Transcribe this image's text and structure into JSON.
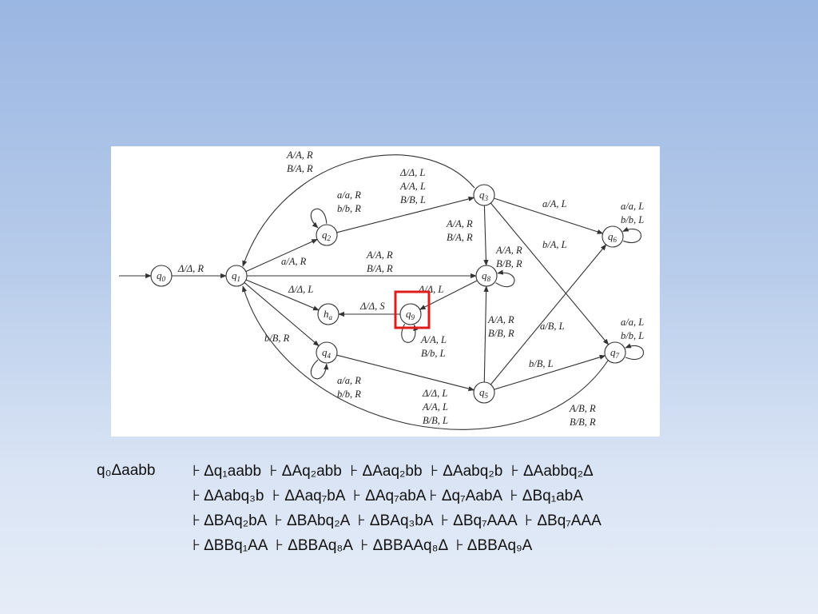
{
  "diagram": {
    "states": [
      {
        "id": "q0",
        "main": "q",
        "sub": "0",
        "label": "q0"
      },
      {
        "id": "q1",
        "main": "q",
        "sub": "1",
        "label": "q1"
      },
      {
        "id": "q2",
        "main": "q",
        "sub": "2",
        "label": "q2"
      },
      {
        "id": "q3",
        "main": "q",
        "sub": "3",
        "label": "q3"
      },
      {
        "id": "q4",
        "main": "q",
        "sub": "4",
        "label": "q4"
      },
      {
        "id": "q5",
        "main": "q",
        "sub": "5",
        "label": "q5"
      },
      {
        "id": "q6",
        "main": "q",
        "sub": "6",
        "label": "q6"
      },
      {
        "id": "q7",
        "main": "q",
        "sub": "7",
        "label": "q7"
      },
      {
        "id": "q8",
        "main": "q",
        "sub": "8",
        "label": "q8"
      },
      {
        "id": "q9",
        "main": "q",
        "sub": "9",
        "label": "q9"
      },
      {
        "id": "ha",
        "main": "h",
        "sub": "a",
        "label": "ha"
      }
    ],
    "highlighted_state": "q9",
    "highlight_color": "#e01b1b",
    "edges": [
      {
        "from": "q0",
        "to": "q1",
        "label": [
          "Δ/Δ, R"
        ]
      },
      {
        "from": "q1",
        "to": "q2",
        "label": [
          "a/A, R"
        ]
      },
      {
        "from": "q2",
        "to": "q2",
        "label": [
          "a/a, R",
          "b/b, R"
        ]
      },
      {
        "from": "q2",
        "to": "q3",
        "label": [
          "Δ/Δ, L",
          "A/A, L",
          "B/B, L"
        ]
      },
      {
        "from": "q3",
        "to": "q1",
        "label": [
          "A/A, R",
          "B/A, R"
        ]
      },
      {
        "from": "q1",
        "to": "q8",
        "label": [
          "A/A, R",
          "B/A, R"
        ]
      },
      {
        "from": "q1",
        "to": "ha",
        "label": [
          "Δ/Δ, L"
        ]
      },
      {
        "from": "q1",
        "to": "q4",
        "label": [
          "b/B, R"
        ]
      },
      {
        "from": "q4",
        "to": "q4",
        "label": [
          "a/a, R",
          "b/b, R"
        ]
      },
      {
        "from": "q4",
        "to": "q5",
        "label": [
          "Δ/Δ, L",
          "A/A, L",
          "B/B, L"
        ]
      },
      {
        "from": "q3",
        "to": "q6",
        "label": [
          "a/A, L"
        ]
      },
      {
        "from": "q3",
        "to": "q7",
        "label": [
          "b/A, L"
        ]
      },
      {
        "from": "q3",
        "to": "q8",
        "label": [
          "A/A, R",
          "B/A, R"
        ]
      },
      {
        "from": "q8",
        "to": "q8",
        "label": [
          "A/A, R",
          "B/B, R"
        ]
      },
      {
        "from": "q8",
        "to": "q9",
        "label": [
          "Δ/Δ, L"
        ]
      },
      {
        "from": "q9",
        "to": "ha",
        "label": [
          "Δ/Δ, S"
        ]
      },
      {
        "from": "q9",
        "to": "q9",
        "label": [
          "A/A, L",
          "B/b, L"
        ]
      },
      {
        "from": "q5",
        "to": "q8",
        "label": [
          "A/A, R",
          "B/B, R"
        ]
      },
      {
        "from": "q5",
        "to": "q6",
        "label": [
          "a/B, L"
        ]
      },
      {
        "from": "q5",
        "to": "q7",
        "label": [
          "b/B, L"
        ]
      },
      {
        "from": "q6",
        "to": "q6",
        "label": [
          "a/a, L",
          "b/b, L"
        ]
      },
      {
        "from": "q7",
        "to": "q7",
        "label": [
          "a/a, L",
          "b/b, L"
        ]
      },
      {
        "from": "q7",
        "to": "q1",
        "label": [
          "A/B, R",
          "B/B, R"
        ]
      }
    ]
  },
  "trace": {
    "start": "q₀Δaabb",
    "lines": [
      "⊦ Δq₁aabb  ⊦ ΔAq₂abb  ⊦ ΔAaq₂bb  ⊦ ΔAabq₂b  ⊦ ΔAabbq₂Δ",
      "⊦ ΔAabq₃b  ⊦ ΔAaq₇bA  ⊦ ΔAq₇abA ⊦ Δq₇AabA  ⊦ ΔBq₁abA",
      "⊦ ΔBAq₂bA  ⊦ ΔBAbq₂A  ⊦ ΔBAq₃bA  ⊦ ΔBq₇AAA  ⊦ ΔBq₇AAA",
      "⊦ ΔBBq₁AA  ⊦ ΔBBAq₈A  ⊦ ΔBBAAq₈Δ  ⊦ ΔBBAq₉A"
    ]
  }
}
